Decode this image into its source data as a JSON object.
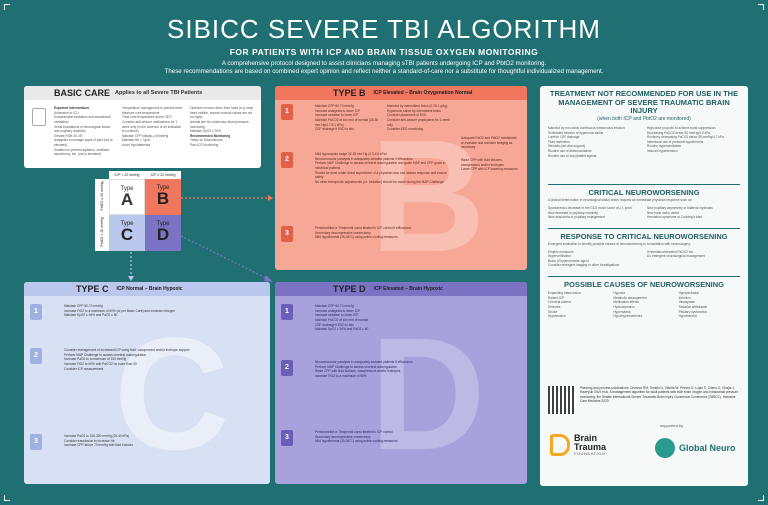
{
  "header": {
    "title": "SIBICC SEVERE TBI ALGORITHM",
    "subtitle": "FOR PATIENTS WITH ICP AND BRAIN TISSUE OXYGEN MONITORING",
    "desc_line1": "A comprehensive protocol designed to assist clinicians managing sTBI patients undergoing ICP and PbtO2 monitoring.",
    "desc_line2": "These recommendations are based on combined expert opinion and reflect neither a standard-of-care nor a substitute for thoughtful individualized management."
  },
  "basic_care": {
    "title": "BASIC CARE",
    "subtitle": "Applies to all Severe TBI Patients",
    "col1_heading": "Expected Interventions",
    "col1": [
      "Admission to ICU",
      "Endotracheal intubation and mechanical ventilation",
      "Serial evaluations of neurological status and pupillary reactivity",
      "Elevate HOB 30-45°",
      "Analgesia to manage signs of pain (not to elevated)",
      "Sedation to prevent agitation, ventilator asynchrony, etc. (not to elevated)"
    ],
    "col2": [
      "Temperature management to prevent fever",
      "Measure core temperature",
      "Treat core temperature above 38°C",
      "Consider anti-seizure medications for 1 week only (in the absence of an indication to continue)",
      "Maintain CPP initially ≥ 60mmHg",
      "Maintain Hb > 7g/dL",
      "Avoid hyponatremia"
    ],
    "col3": [
      "Optimize venous return from head (e.g. keep head midline, ensure cervical collars are not too tight)",
      "Arterial line for continuous blood pressure monitoring",
      "Maintain SpO2 ≥ 94%",
      "Recommended Monitoring",
      "Yearly on Discontinued",
      "Pain ICP Monitoring"
    ]
  },
  "quadrant": {
    "icp_low": "ICP < 22 mmHg",
    "icp_high": "ICP ≥ 22 mmHg",
    "pbto2_high": "PbtO2 ≥ 20 mmHg",
    "pbto2_low": "PbtO2 < 20 mmHg",
    "type_word": "Type",
    "a": "A",
    "b": "B",
    "c": "C",
    "d": "D",
    "colors": {
      "a": "#ffffff",
      "b": "#f0765e",
      "c": "#b9c8ec",
      "d": "#7d73c4"
    }
  },
  "type_b": {
    "title": "TYPE B",
    "label": "ICP Elevated – Brain Oxygenation Normal",
    "letter": "B",
    "tier1": [
      "Maintain CPP 60-70 mmHg",
      "Increase analgesia to lower ICP",
      "Increase sedation to lower ICP",
      "Maintain PaCO2 at low end of normal (35-38 mm Hg/4.7-5.1 kPa)",
      "CSF drainage if EVD in situ"
    ],
    "tier1b": [
      "Mannitol by intermittent bolus (0.25-1 g/kg)",
      "Hypertonic saline by intermittent bolus",
      "Consider placement of EVD",
      "Consider anti-seizure prophylaxis for 1 week only",
      "Consider EEG monitoring"
    ],
    "tier2": [
      "Mild hypocapnia range 32-35 mm Hg (4.3-4.6 kPa)",
      "Neuromuscular paralysis in adequately sedated patients if efficacious",
      "Perform MAP Challenge to assess cerebral autoregulation and guide MAP and CPP goals in individual patients",
      "Should be done under direct supervision of a physician who can assess response and ensure safety",
      "No other therapeutic adjustments (i.e. sedation) should be made during the MAP Challenge"
    ],
    "tier2b": [
      "Raise CPP with fluid boluses, vasopressors and/or inotropes",
      "Lower CPP with ICP-lowering measures"
    ],
    "tier3": [
      "Pentobarbital or Thiopental coma titrated to ICP control if efficacious",
      "Secondary decompressive craniectomy",
      "Mild hypothermia (35-36°C) using active cooling measures"
    ],
    "notes": "Adequate PaO2 and PbtO2 maintained; re-evaluate and consider imaging as necessary"
  },
  "type_c": {
    "title": "TYPE C",
    "label": "ICP Normal – Brain Hypoxic",
    "letter": "C",
    "tier1": [
      "Maintain CPP 60-70 mmHg",
      "Increase FiO2 to a maximum of 60% (or per Basic Care) and consider nitrogen",
      "Maintain SpO2 ≥ 94% and PaO2 ≥ 80"
    ],
    "tier2": [
      "Consider management of increased ICP using fluid, vasopressor and/or inotropic support",
      "Perform MAP Challenge to assess cerebral autoregulation",
      "Increase PaO2 to a maximum of 150 mmHg",
      "Increase FiO2 to 60% with PaCO2 no more than 40",
      "Consider ICP measurement"
    ],
    "tier3": [
      "Increase PaO2 to 150-300 mmHg (20-40 kPa)",
      "Consider transfusion to increase Hb",
      "Increase CPP above 70 mmHg with fluid boluses"
    ]
  },
  "type_d": {
    "title": "TYPE D",
    "label": "ICP Elevated – Brain Hypoxic",
    "letter": "D",
    "tier1": [
      "Maintain CPP 60-70 mmHg",
      "Increase analgesia to lower ICP",
      "Increase sedation to lower ICP",
      "Maintain PaCO2 at low end of normal",
      "CSF drainage if EVD in situ",
      "Maintain SpO2 ≥ 94% and PaO2 ≥ 80"
    ],
    "tier2": [
      "Neuromuscular paralysis in adequately sedated patients if efficacious",
      "Perform MAP Challenge to assess cerebral autoregulation",
      "Raise CPP with fluid boluses, vasopressors and/or inotropes",
      "Increase FiO2 to a maximum of 60%"
    ],
    "tier3": [
      "Pentobarbital or Thiopental coma titrated to ICP control",
      "Secondary decompressive craniectomy",
      "Mild hypothermia (35-36°C) using active cooling measures"
    ]
  },
  "treatment_not": {
    "title": "TREATMENT NOT RECOMMENDED FOR USE IN THE MANAGEMENT OF SEVERE TRAUMATIC BRAIN INJURY",
    "subtitle": "(when both ICP and PbtO2 are monitored)",
    "left": [
      "Mannitol by non-bolus continuous intravenous infusion",
      "Scheduled infusion of hypertonic saline",
      "Lumbar CSF drainage",
      "Fluid restriction",
      "Steroids (not vital support)",
      "Routine use of anticonvulsants",
      "Routine use of anti-platelet agents"
    ],
    "right": [
      "High-dose propofol to achieve burst suppression",
      "Decreasing PaCO2 below 30 mmHg/4.0 kPa",
      "Routinely decreasing PaCO2 below 35 mmHg/4.7 kPa",
      "Intentional use of profound hypothermia",
      "Routine hyperventilation",
      "Induced hypertension"
    ]
  },
  "critical": {
    "title": "CRITICAL NEUROWORSENING",
    "text": "A clinical deterioration in neurological status which requires an immediate physician response such as:",
    "left": [
      "Spontaneous decrease in the GCS motor score of ≥ 1 point",
      "New decrease in pupillary reactivity",
      "New anisocoria or pupillary enlargement"
    ],
    "right": [
      "New pupillary asymmetry or bilateral mydriasis",
      "New focal motor deficit",
      "Herniation syndrome or Cushing's triad"
    ]
  },
  "response": {
    "title": "RESPONSE TO CRITICAL NEUROWORSENING",
    "text": "Emergent evaluation to identify possible causes of neuroworsening in consultation with neurosurgery:",
    "left": [
      "Empiric measures",
      "Hyperventilation",
      "Bolus of hyperosmolar agent",
      "Consider emergent imaging or other investigations"
    ],
    "right": [
      "If herniation/elevated PaCO2 etc.",
      "Do emergent neurosurgical management"
    ]
  },
  "causes": {
    "title": "POSSIBLE CAUSES OF NEUROWORSENING",
    "c1": [
      "Expanding mass lesion",
      "Raised ICP",
      "Cerebral edema",
      "Seizures",
      "Stroke",
      "Hypotension"
    ],
    "c2": [
      "Hypoxia",
      "Metabolic derangement",
      "Medication effects",
      "Hydrocephalus",
      "Hypercarbia",
      "Hypo/hypernatremia"
    ],
    "c3": [
      "Hypoperfusion",
      "Infection",
      "Vasospasm",
      "Sedative withdrawal",
      "Pituitary dysfunction",
      "Hypothermia"
    ]
  },
  "footer": {
    "references": "Planning and process publications: Chesnut RM, Temkin N, Videtta W, Petroni G, Lujan S, Citerio G, Ghajar J, Hawryluk GWJ et al. A management algorithm for adult patients with both brain oxygen and intracranial pressure monitoring: the Seattle International Severe Traumatic Brain Injury Consensus Conference (SIBICC). Intensive Care Medicine 2020.",
    "powered_by": "supported by",
    "brain_trauma_1": "Brain",
    "brain_trauma_2": "Trauma",
    "brain_trauma_3": "FOUNDATION",
    "global_neuro": "Global Neuro"
  }
}
